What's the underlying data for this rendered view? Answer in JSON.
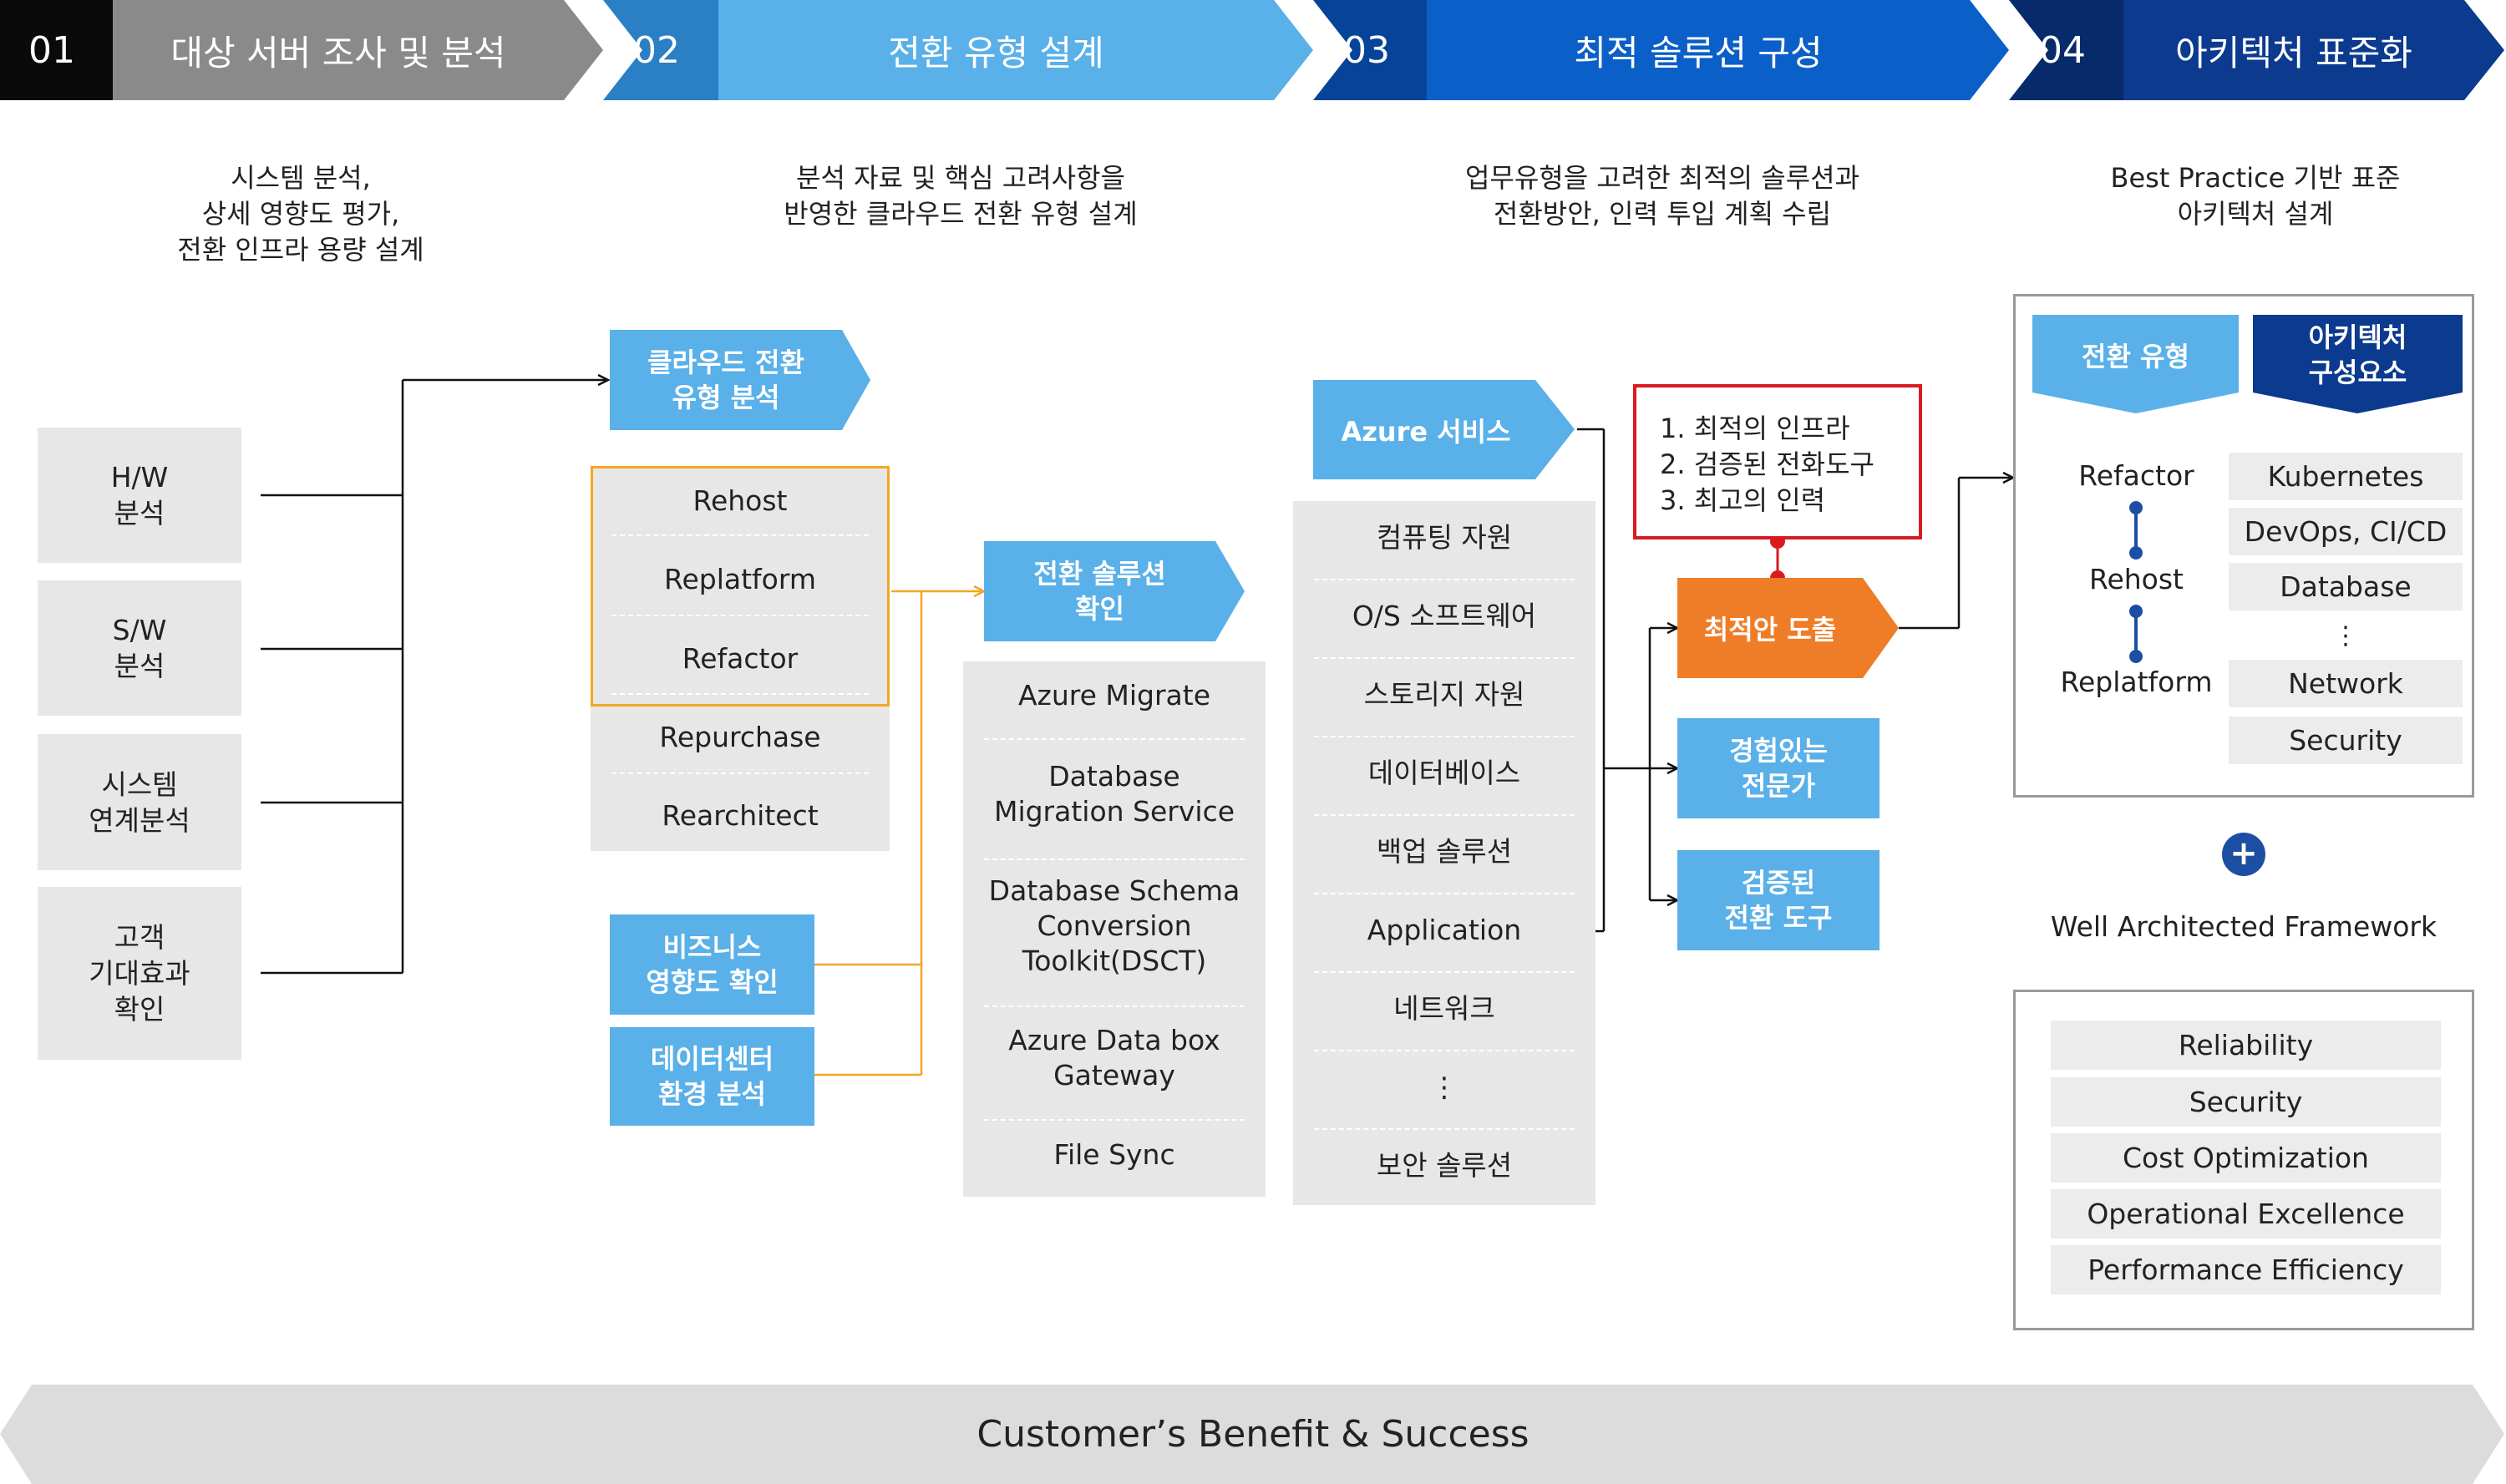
{
  "steps": [
    {
      "num": "01",
      "title": "대상 서버 조사 및 분석",
      "desc": [
        "시스템 분석,",
        "상세 영향도 평가,",
        "전환 인프라 용량 설계"
      ]
    },
    {
      "num": "02",
      "title": "전환 유형 설계",
      "desc": [
        "분석 자료 및 핵심 고려사항을",
        "반영한 클라우드 전환 유형 설계"
      ]
    },
    {
      "num": "03",
      "title": "최적 솔루션 구성",
      "desc": [
        "업무유형을 고려한 최적의 솔루션과",
        "전환방안, 인력 투입 계획 수립"
      ]
    },
    {
      "num": "04",
      "title": "아키텍처 표준화",
      "desc": [
        "Best Practice 기반 표준",
        "아키텍처 설계"
      ]
    }
  ],
  "analysis": [
    {
      "line1": "H/W",
      "line2": "분석"
    },
    {
      "line1": "S/W",
      "line2": "분석"
    },
    {
      "line1": "시스템",
      "line2": "연계분석"
    },
    {
      "line1": "고객",
      "line2": "기대효과",
      "line3": "확인"
    }
  ],
  "migration_type": {
    "tag_line1": "클라우드 전환",
    "tag_line2": "유형 분석",
    "items": [
      "Rehost",
      "Replatform",
      "Refactor",
      "Repurchase",
      "Rearchitect"
    ],
    "business_line1": "비즈니스",
    "business_line2": "영향도 확인",
    "datacenter_line1": "데이터센터",
    "datacenter_line2": "환경 분석"
  },
  "solution": {
    "tag_line1": "전환 솔루션",
    "tag_line2": "확인",
    "items": [
      {
        "l1": "Azure Migrate"
      },
      {
        "l1": "Database",
        "l2": "Migration Service"
      },
      {
        "l1": "Database Schema",
        "l2": "Conversion",
        "l3": "Toolkit(DSCT)"
      },
      {
        "l1": "Azure Data box",
        "l2": "Gateway"
      },
      {
        "l1": "File Sync"
      }
    ]
  },
  "azure": {
    "tag": "Azure 서비스",
    "items": [
      "컴퓨팅 자원",
      "O/S 소프트웨어",
      "스토리지 자원",
      "데이터베이스",
      "백업 솔루션",
      "Application",
      "네트워크",
      "⋮",
      "보안 솔루션"
    ]
  },
  "optimal": {
    "list": [
      "1. 최적의 인프라",
      "2. 검증된 전화도구",
      "3. 최고의 인력"
    ],
    "result": "최적안 도출",
    "expert_line1": "경험있는",
    "expert_line2": "전문가",
    "tool_line1": "검증된",
    "tool_line2": "전환 도구"
  },
  "architecture": {
    "type_header": "전환 유형",
    "elem_header_line1": "아키텍처",
    "elem_header_line2": "구성요소",
    "types": [
      "Refactor",
      "Rehost",
      "Replatform"
    ],
    "elements": [
      "Kubernetes",
      "DevOps, CI/CD",
      "Database",
      "⋮",
      "Network",
      "Security"
    ],
    "plus": "+",
    "framework_title": "Well Architected Framework",
    "pillars": [
      "Reliability",
      "Security",
      "Cost Optimization",
      "Operational Excellence",
      "Performance Efficiency"
    ]
  },
  "footer": "Customer’s Benefit & Success",
  "colors": {
    "step1": "#8a8a8a",
    "step2": "#5ab0e8",
    "step3": "#0a5fc8",
    "step4": "#0b3a8f",
    "orange": "#ef7d27",
    "red": "#d81a21",
    "gray": "#e7e7e7"
  }
}
